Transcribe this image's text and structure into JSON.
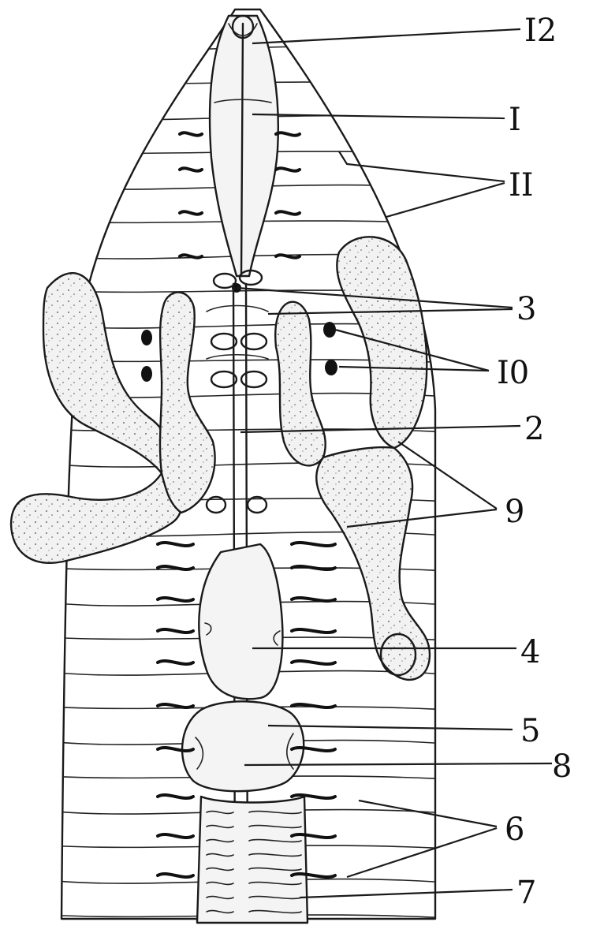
{
  "figure": {
    "labels": [
      {
        "id": "l12",
        "text": "I2"
      },
      {
        "id": "l1",
        "text": "I"
      },
      {
        "id": "l11",
        "text": "II"
      },
      {
        "id": "l3",
        "text": "3"
      },
      {
        "id": "l10",
        "text": "I0"
      },
      {
        "id": "l2",
        "text": "2"
      },
      {
        "id": "l9",
        "text": "9"
      },
      {
        "id": "l4",
        "text": "4"
      },
      {
        "id": "l5",
        "text": "5"
      },
      {
        "id": "l8",
        "text": "8"
      },
      {
        "id": "l6",
        "text": "6"
      },
      {
        "id": "l7",
        "text": "7"
      }
    ]
  }
}
